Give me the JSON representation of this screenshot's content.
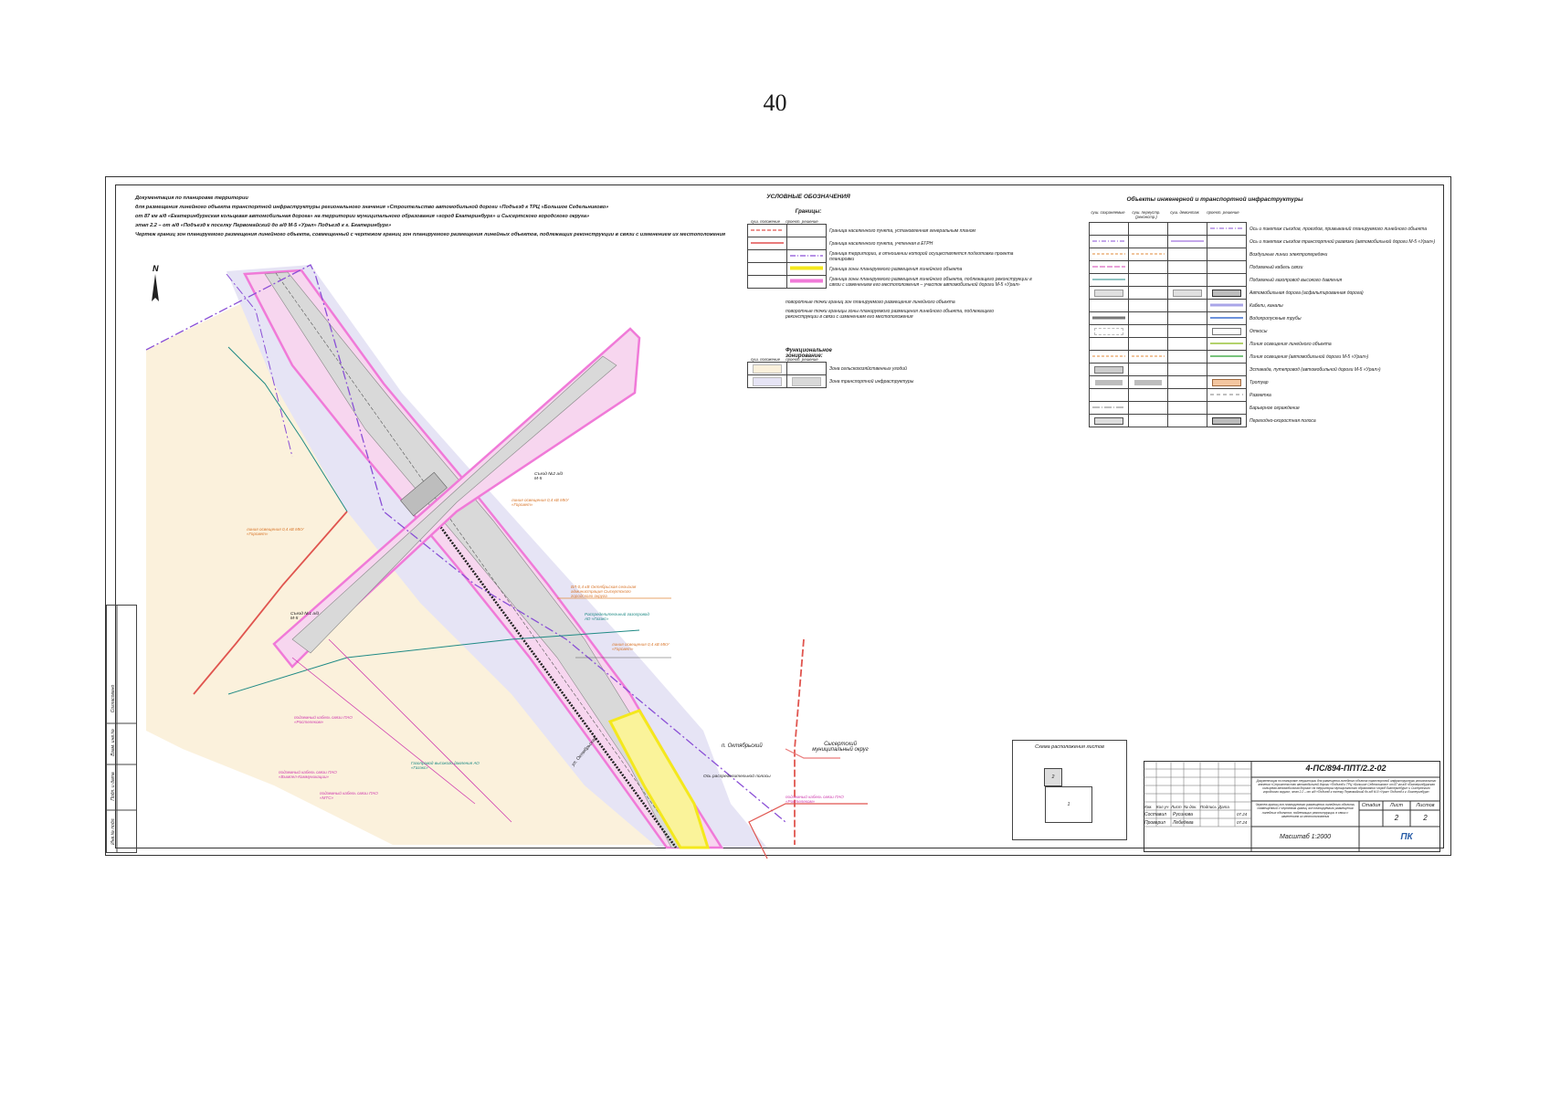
{
  "page_number": "40",
  "title_block": {
    "lines": [
      "Документация по планировке территории",
      "для размещения линейного объекта транспортной инфраструктуры регионального значения «Строительство автомобильной дороги «Подъезд к ТРЦ «Большое Седельниково»",
      "от 87 км а/д «Екатеринбургская кольцевая автомобильная дорога» на территории муниципального образования «город Екатеринбург» и Сысертского городского округа»",
      "этап 2.2 – от а/д «Подъезд к поселку Первомайский до а/д М-5 «Урал» Подъезд к г. Екатеринбург»",
      "Чертеж границ зон планируемого размещения линейного объекта, совмещенный с чертежом границ зон планируемого размещения линейных объектов, подлежащих реконструкции в связи с изменением их местоположения"
    ]
  },
  "legend_main": {
    "title": "УСЛОВНЫЕ ОБОЗНАЧЕНИЯ",
    "boundaries_title": "Границы:",
    "col1": "суш. положение",
    "col2": "проект. решение",
    "rows": [
      {
        "label": "Граница населенного пункта, установленная генеральным планом",
        "color": "#e0554f",
        "style": "dash"
      },
      {
        "label": "Граница населенного пункта, учтенная в ЕГРН",
        "color": "#e97b7b",
        "style": "solid"
      },
      {
        "label": "Граница территории, в отношении которой осуществляется подготовка проекта планировки",
        "color": "#8a4fd6",
        "style": "dashdot"
      },
      {
        "label": "Граница зоны планируемого размещения линейного объекта",
        "color": "#f4e81c",
        "style": "thick"
      },
      {
        "label": "Граница зоны планируемого размещения линейного объекта, подлежащего реконструкции в связи с изменением его местоположения – участок автомобильной дороги М-5 «Урал»",
        "color": "#f07ad8",
        "style": "thick"
      }
    ],
    "points": [
      "поворотные точки границ зон планируемого размещения линейного объекта",
      "поворотные точки границы зоны планируемого размещения линейного объекта, подлежащего реконструкции в связи с изменением его местоположения"
    ]
  },
  "legend_zoning": {
    "title": "Функциональное зонирование:",
    "col1": "суш. положение",
    "col2": "проект. решение",
    "rows": [
      {
        "label": "Зона сельскохозяйственных угодий",
        "color": "#fbf1dc"
      },
      {
        "label": "Зона транспортной инфраструктуры",
        "color": "#e6e4f5"
      }
    ]
  },
  "legend_infra": {
    "title": "Объекты инженерной и транспортной инфраструктуры",
    "cols": [
      "суш. сохраняемые",
      "суш. переустр. (реконстр.)",
      "суш. демонтаж",
      "проект. решение"
    ],
    "rows": [
      "Ось и пикетаж съездов, проездов, примыканий планируемого линейного объекта",
      "Ось и пикетаж съездов транспортной развязки (автомобильной дороги М-5 «Урал»)",
      "Воздушные линии электропередачи",
      "Подземный кабель связи",
      "Подземный газопровод высокого давления",
      "Автомобильная дорога (асфальтированная дорога)",
      "Кабели, каналы",
      "Водопропускные трубы",
      "Откосы",
      "Линия освещения линейного объекта",
      "Линия освещения (автомобильной дороги М-5 «Урал»)",
      "Эстакада, путепровод (автомобильной дороги М-5 «Урал»)",
      "Тротуар",
      "Разметка",
      "Барьерное ограждение",
      "Переходно-скоростная полоса"
    ]
  },
  "map_labels": {
    "north": "N",
    "settlement": "п. Октябрьский",
    "district": "Сысертский муниципальный округ",
    "exit1": "Съезд №1 а/д М-5",
    "exit2": "Съезд №2 а/д М-5",
    "street": "ул. Октябрьская",
    "labels_orange": [
      "линия освещения 0,4 кВ МКУ «Горсвет»",
      "линия освещения 0,4 кВ МКУ «Горсвет»",
      "ВЛ-0,4 кВ Октябрьская сельская администрация Сысертского городского округа",
      "линия освещения 0,4 кВ МКУ «Горсвет»"
    ],
    "labels_teal": [
      "Распределительный газопровод АО «Газэкс»",
      "Газопровод высокого давления АО «Газэкс»"
    ],
    "labels_magenta": [
      "подземный кабель связи ПАО «Ростелеком»",
      "подземный кабель связи ПАО «Вымпел-Коммуникации»",
      "подземный кабель связи ПАО «МТС»",
      "подземный кабель связи ПАО «Ростелеком»"
    ],
    "axis": "Ось распределительной полосы"
  },
  "scheme": {
    "title": "Схема расположения листов",
    "sheet1": "1",
    "sheet2": "2"
  },
  "stamp": {
    "code": "4-ПС/894-ППТ/2.2-02",
    "description": "Документация по планировке территории для размещения линейного объекта транспортной инфраструктуры регионального значения «Строительство автомобильной дороги «Подъезд к ТРЦ «Большое Седельниково» от 87 км а/д «Екатеринбургская кольцевая автомобильная дорога» на территории муниципального образования «город Екатеринбург» и Сысертского городского округа», этап 2.2 – от а/д «Подъезд к поселку Первомайский до а/д М-5 «Урал» Подъезд к г. Екатеринбург»",
    "headers": [
      "Изм.",
      "Кол.уч",
      "Лист",
      "№ док.",
      "Подпись",
      "Дата"
    ],
    "rows": [
      {
        "role": "Составил",
        "name": "Русинова",
        "date": "07.24"
      },
      {
        "role": "Проверил",
        "name": "Лебедева",
        "date": "07.24"
      }
    ],
    "sheet_title": "Чертеж границ зон планируемого размещения линейного объекта, совмещенный с чертежом границ зон планируемого размещения линейных объектов, подлежащих реконструкции в связи с изменением их местоположения",
    "stage_label": "Стадия",
    "sheet_label": "Лист",
    "sheets_label": "Листов",
    "sheet_value": "2",
    "sheets_value": "2",
    "scale": "Масштаб 1:2000",
    "company": "ПК"
  },
  "side_strip": [
    "Согласовано",
    "Взам. инв.№",
    "Подп. и дата",
    "Инв.№ подл."
  ]
}
